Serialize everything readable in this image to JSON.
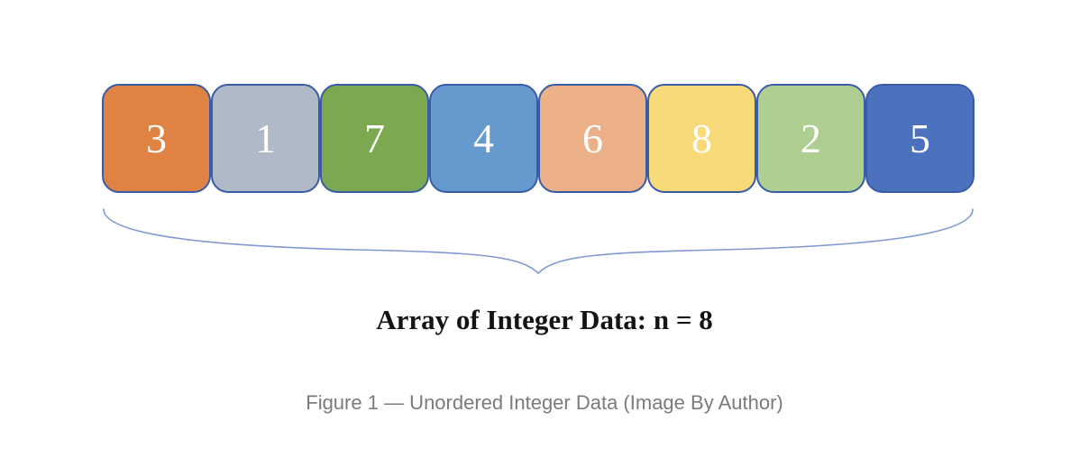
{
  "figure": {
    "array_label": "Array of Integer Data: n = 8",
    "caption": "Figure 1 — Unordered Integer Data (Image By Author)"
  },
  "array": {
    "cells": [
      {
        "value": "3",
        "fill": "#DE8344"
      },
      {
        "value": "1",
        "fill": "#B0B9C8"
      },
      {
        "value": "7",
        "fill": "#7CA84F"
      },
      {
        "value": "4",
        "fill": "#6699CE"
      },
      {
        "value": "6",
        "fill": "#EBB088"
      },
      {
        "value": "8",
        "fill": "#F8DA79"
      },
      {
        "value": "2",
        "fill": "#AFCE91"
      },
      {
        "value": "5",
        "fill": "#4C72BE"
      }
    ],
    "border_color": "#3A5BA5",
    "value_color": "#FFFFFF",
    "brace_color": "#8298D2"
  }
}
